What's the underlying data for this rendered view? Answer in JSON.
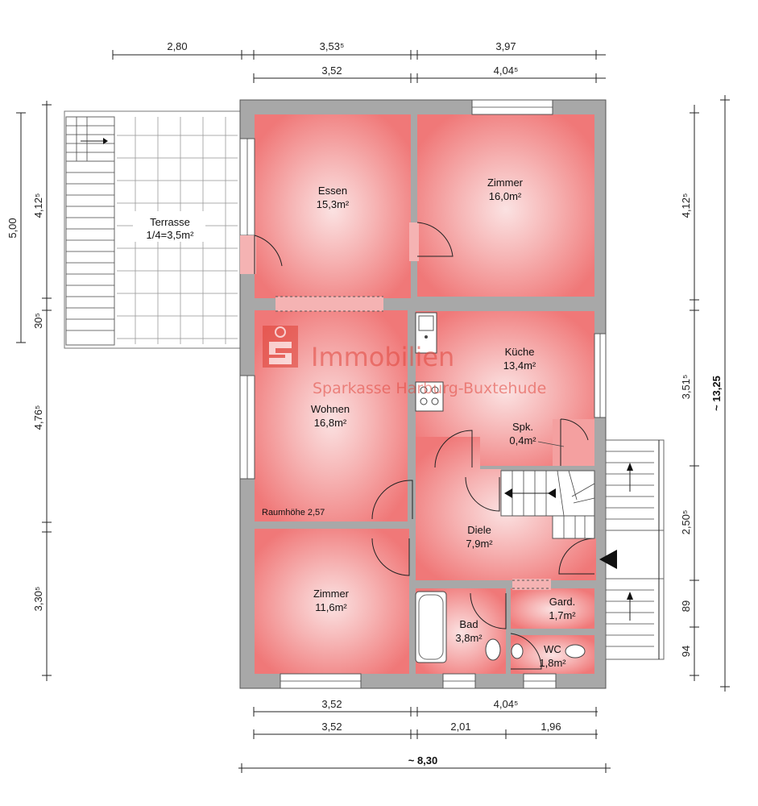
{
  "dimensions": {
    "top_row1": [
      "2,80",
      "3,53⁵",
      "3,97"
    ],
    "top_row2": [
      "3,52",
      "4,04⁵"
    ],
    "left": [
      "5,00",
      "4,12⁵",
      "30⁵",
      "4,76⁵",
      "3,30⁵"
    ],
    "right": [
      "4,12⁵",
      "3,51⁵",
      "2,50⁵",
      "89",
      "94"
    ],
    "right_total": "~ 13,25",
    "bottom_row1": [
      "3,52",
      "4,04⁵"
    ],
    "bottom_row2": [
      "3,52",
      "2,01",
      "1,96"
    ],
    "bottom_total": "~ 8,30"
  },
  "rooms": {
    "terrasse": {
      "name": "Terrasse",
      "area": "1/4=3,5m²"
    },
    "essen": {
      "name": "Essen",
      "area": "15,3m²"
    },
    "zimmer1": {
      "name": "Zimmer",
      "area": "16,0m²"
    },
    "kueche": {
      "name": "Küche",
      "area": "13,4m²"
    },
    "wohnen": {
      "name": "Wohnen",
      "area": "16,8m²"
    },
    "spk": {
      "name": "Spk.",
      "area": "0,4m²"
    },
    "diele": {
      "name": "Diele",
      "area": "7,9m²"
    },
    "zimmer2": {
      "name": "Zimmer",
      "area": "11,6m²"
    },
    "bad": {
      "name": "Bad",
      "area": "3,8m²"
    },
    "gard": {
      "name": "Gard.",
      "area": "1,7m²"
    },
    "wc": {
      "name": "WC",
      "area": "1,8m²"
    }
  },
  "room_height_note": "Raumhöhe 2,57",
  "watermark": {
    "title": "Immobilien",
    "subtitle": "Sparkasse Harburg-Buxtehude"
  },
  "colors": {
    "room_fill": "#f07878",
    "wall": "#a8a8a8",
    "watermark": "#e0463c"
  }
}
